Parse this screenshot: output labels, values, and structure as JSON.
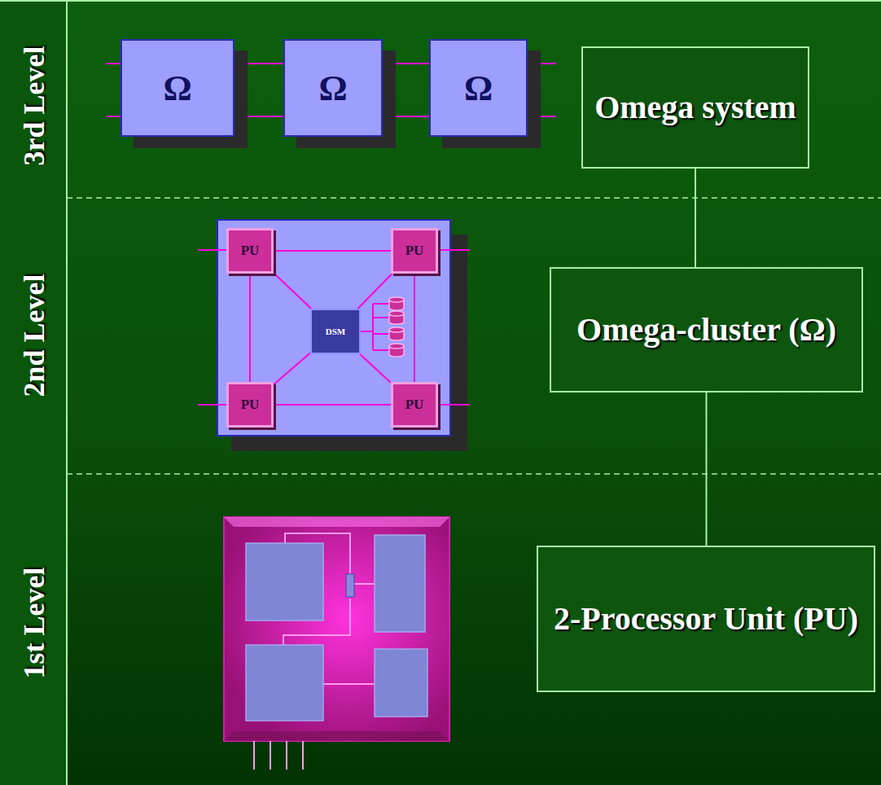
{
  "diagram": {
    "nodes": [
      {
        "text": [
          "Ω"
        ]
      },
      {
        "text": [
          "Ω"
        ]
      },
      {
        "text": [
          "Ω"
        ]
      },
      {
        "text": [
          "Omega system"
        ]
      },
      {
        "text": [
          "PU"
        ]
      },
      {
        "text": [
          "PU"
        ]
      },
      {
        "text": [
          "DSM"
        ]
      },
      {
        "text": [
          "PU"
        ]
      },
      {
        "text": [
          "PU"
        ]
      },
      {
        "text": [
          "Omega-cluster (Ω)"
        ]
      },
      {
        "text": [
          "2-Processor Unit (PU)"
        ]
      }
    ],
    "edges": [
      {
        "from": 0,
        "to": 1,
        "arrow": "none"
      },
      {
        "from": 1,
        "to": 2,
        "arrow": "none"
      },
      {
        "from": 3,
        "to": 9,
        "arrow": "none"
      },
      {
        "from": 9,
        "to": 10,
        "arrow": "none"
      },
      {
        "from": 4,
        "to": 5,
        "arrow": "none"
      },
      {
        "from": 4,
        "to": 7,
        "arrow": "none"
      },
      {
        "from": 5,
        "to": 8,
        "arrow": "none"
      },
      {
        "from": 7,
        "to": 8,
        "arrow": "none"
      },
      {
        "from": 4,
        "to": 6,
        "arrow": "none"
      },
      {
        "from": 5,
        "to": 6,
        "arrow": "none"
      },
      {
        "from": 7,
        "to": 6,
        "arrow": "none"
      },
      {
        "from": 8,
        "to": 6,
        "arrow": "none"
      }
    ],
    "labels": [
      "3rd Level",
      "2nd Level",
      "1st Level"
    ]
  }
}
